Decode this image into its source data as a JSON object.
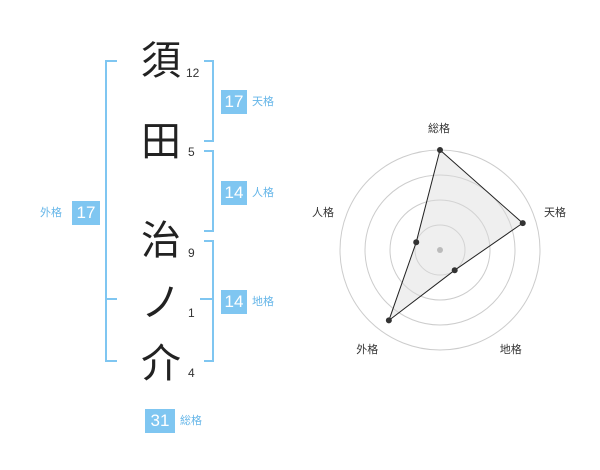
{
  "name": [
    {
      "char": "須",
      "strokes": "12"
    },
    {
      "char": "田",
      "strokes": "5"
    },
    {
      "char": "治",
      "strokes": "9"
    },
    {
      "char": "ノ",
      "strokes": "1"
    },
    {
      "char": "介",
      "strokes": "4"
    }
  ],
  "fortunes": {
    "tenkaku": {
      "value": "17",
      "label": "天格"
    },
    "jinkaku": {
      "value": "14",
      "label": "人格"
    },
    "chikaku": {
      "value": "14",
      "label": "地格"
    },
    "gaikaku": {
      "value": "17",
      "label": "外格"
    },
    "soukaku": {
      "value": "31",
      "label": "総格"
    }
  },
  "colors": {
    "accent": "#7fc6f1",
    "accent_text": "#64b5e8"
  },
  "chart_data": {
    "type": "radar",
    "axes": [
      "総格",
      "天格",
      "地格",
      "外格",
      "人格"
    ],
    "values": [
      1.0,
      0.87,
      0.25,
      0.87,
      0.25
    ],
    "rings": 4,
    "range": [
      0,
      1
    ]
  }
}
